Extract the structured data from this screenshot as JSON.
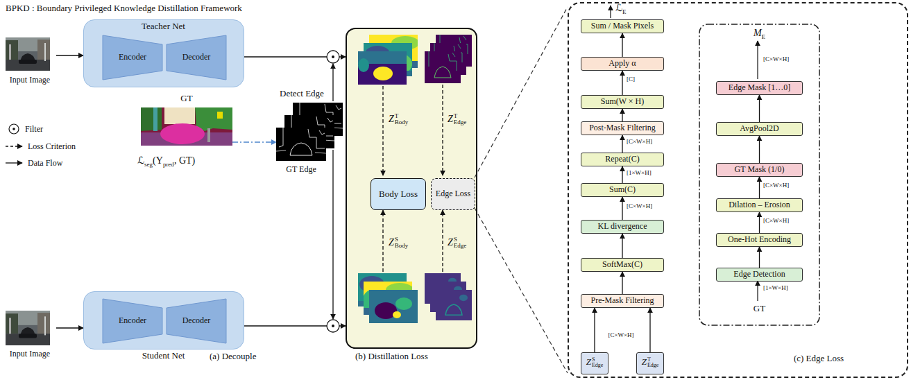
{
  "diagram": {
    "title": "BPKD : Boundary Privileged Knowledge Distillation Framework",
    "nodes": [
      {
        "text": [
          "Input Image"
        ]
      },
      {
        "text": [
          "Teacher Net"
        ]
      },
      {
        "text": [
          "Encoder"
        ],
        "in": 1
      },
      {
        "text": [
          "Decoder"
        ],
        "in": 1
      },
      {
        "text": [
          "GT"
        ]
      },
      {
        "text": [
          "GT Edge"
        ]
      },
      {
        "text": [
          "Input Image"
        ]
      },
      {
        "text": [
          "Student Net"
        ]
      },
      {
        "text": [
          "Encoder"
        ],
        "in": 7
      },
      {
        "text": [
          "Decoder"
        ],
        "in": 7
      },
      {
        "text": [
          "(b) Distillation Loss"
        ]
      },
      {
        "text": [
          "Body Loss"
        ],
        "in": 10
      },
      {
        "text": [
          "Edge Loss"
        ],
        "in": 10
      },
      {
        "text": [
          "(c) Edge Loss"
        ]
      },
      {
        "text": [
          "Sum / Mask Pixels"
        ],
        "in": 13
      },
      {
        "text": [
          "Apply α"
        ],
        "in": 13
      },
      {
        "text": [
          "Sum(W × H)"
        ],
        "in": 13
      },
      {
        "text": [
          "Post-Mask Filtering"
        ],
        "in": 13
      },
      {
        "text": [
          "Repeat(C)"
        ],
        "in": 13
      },
      {
        "text": [
          "Sum(C)"
        ],
        "in": 13
      },
      {
        "text": [
          "KL divergence"
        ],
        "in": 13
      },
      {
        "text": [
          "SoftMax(C)"
        ],
        "in": 13
      },
      {
        "text": [
          "Pre-Mask Filtering"
        ],
        "in": 13
      },
      {
        "text": [
          "Z",
          "S",
          "Edge"
        ],
        "in": 13
      },
      {
        "text": [
          "Z",
          "T",
          "Edge"
        ],
        "in": 13
      },
      {
        "text": [
          "M",
          "E",
          "GT"
        ],
        "in": 13
      },
      {
        "text": [
          "Edge Mask [1…0]"
        ],
        "in": 25
      },
      {
        "text": [
          "AvgPool2D"
        ],
        "in": 25
      },
      {
        "text": [
          "GT Mask (1/0)"
        ],
        "in": 25
      },
      {
        "text": [
          "Dilation – Erosion"
        ],
        "in": 25
      },
      {
        "text": [
          "One-Hot Encoding"
        ],
        "in": 25
      },
      {
        "text": [
          "Edge Detection"
        ],
        "in": 25
      }
    ],
    "edges": [
      {
        "from": 0,
        "to": 1,
        "arrow": "to"
      },
      {
        "from": 1,
        "to": 10,
        "arrow": "to"
      },
      {
        "from": 4,
        "to": 5,
        "arrow": "to"
      },
      {
        "from": 6,
        "to": 7,
        "arrow": "to"
      },
      {
        "from": 7,
        "to": 10,
        "arrow": "to"
      },
      {
        "from": 23,
        "to": 22,
        "arrow": "to"
      },
      {
        "from": 24,
        "to": 22,
        "arrow": "to"
      },
      {
        "from": 22,
        "to": 21,
        "arrow": "to"
      },
      {
        "from": 21,
        "to": 20,
        "arrow": "to"
      },
      {
        "from": 20,
        "to": 19,
        "arrow": "to"
      },
      {
        "from": 19,
        "to": 18,
        "arrow": "to"
      },
      {
        "from": 18,
        "to": 17,
        "arrow": "to"
      },
      {
        "from": 17,
        "to": 16,
        "arrow": "to"
      },
      {
        "from": 16,
        "to": 15,
        "arrow": "to"
      },
      {
        "from": 15,
        "to": 14,
        "arrow": "to"
      },
      {
        "from": 31,
        "to": 30,
        "arrow": "to"
      },
      {
        "from": 30,
        "to": 29,
        "arrow": "to"
      },
      {
        "from": 29,
        "to": 28,
        "arrow": "to"
      },
      {
        "from": 28,
        "to": 27,
        "arrow": "to"
      },
      {
        "from": 27,
        "to": 26,
        "arrow": "to"
      }
    ],
    "labels": [
      "Detect Edge",
      "ℒ",
      "seg",
      "(Y",
      "pred",
      ", GT)",
      "(a) Decouple",
      "Z",
      "T",
      "Body",
      "Z",
      "S",
      "Body",
      "Z",
      "T",
      "Edge",
      "Z",
      "S",
      "Edge",
      "ℒ",
      "E",
      "[C]",
      "[C×W×H]",
      "[1×W×H]",
      "[C×W×H]",
      "[C×W×H]",
      "[C×W×H]",
      "[C×W×H]",
      "[C×W×H]",
      "[1×W×H]"
    ],
    "legend": [
      {
        "text": "Filter"
      },
      {
        "text": "Loss Criterion"
      },
      {
        "text": "Data Flow"
      }
    ]
  }
}
